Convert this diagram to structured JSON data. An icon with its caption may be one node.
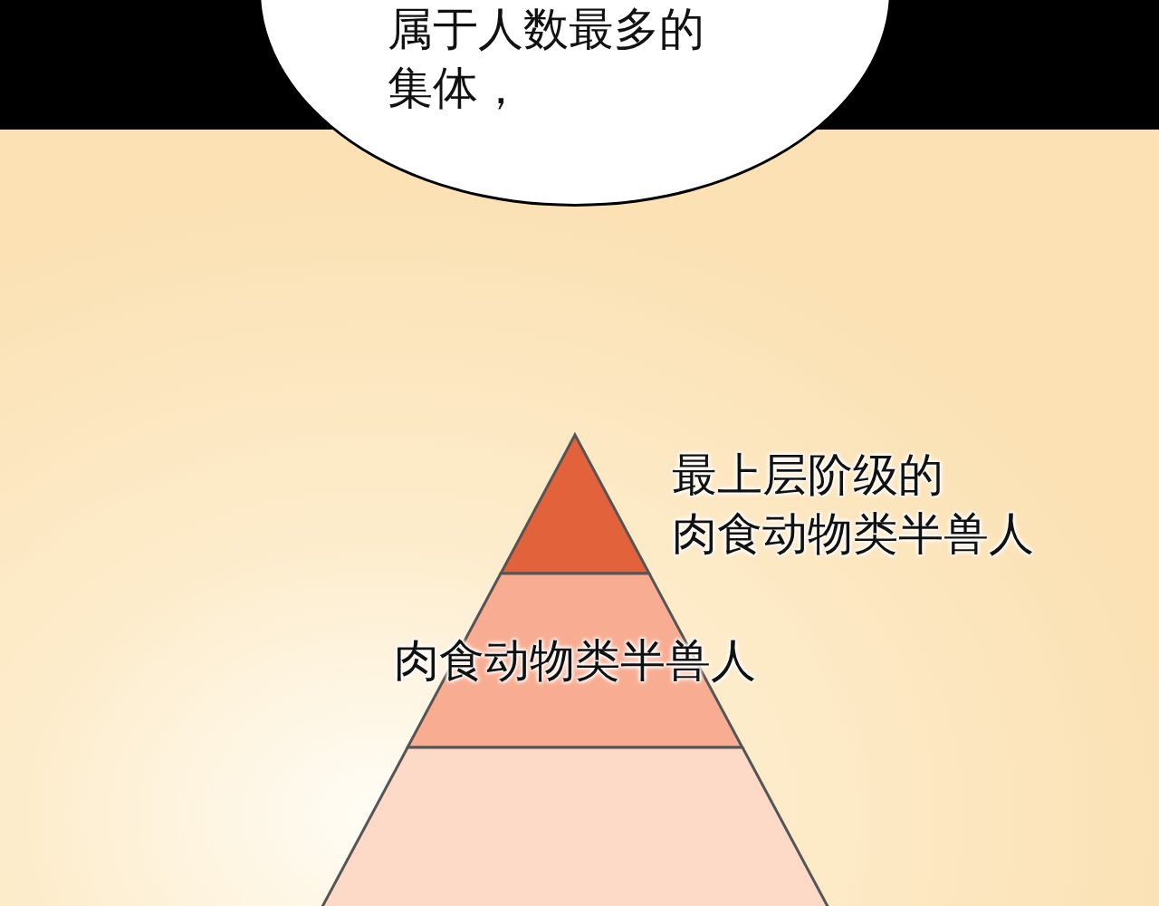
{
  "diagram": {
    "nodes": [
      {
        "text": [
          "属于人数最多的集体，"
        ]
      },
      {
        "text": [],
        "shape": "triangle",
        "beside": [
          "最上层阶级的肉食动物类半兽人"
        ]
      },
      {
        "text": [
          "肉食动物类半兽人"
        ]
      },
      {
        "text": [],
        "shape": "trapezoid"
      }
    ]
  }
}
